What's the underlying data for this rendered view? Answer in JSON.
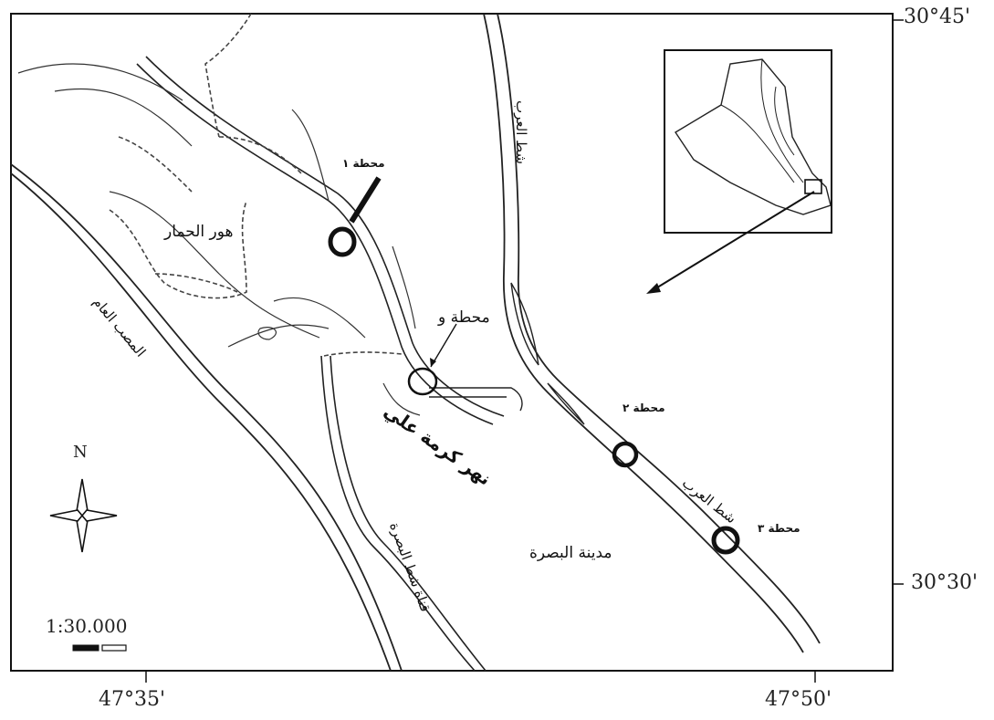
{
  "coordinates": {
    "lat_top": "30°45'",
    "lat_bottom": "30°30'",
    "lon_left": "47°35'",
    "lon_right": "47°50'"
  },
  "labels": {
    "station_1": "محطة ١",
    "station_bridge": "محطة و",
    "station_2": "محطة ٢",
    "station_3": "محطة ٣",
    "marsh": "هور الحمار",
    "shatt_arab_top": "شط العرب",
    "shatt_arab_bottom": "شط العرب",
    "main_drain": "المصب العام",
    "canal": "قناة شط البصرة",
    "garmat_ali": "نهر كرمة علي",
    "basra_city": "مدينة البصرة"
  },
  "north_arrow": {
    "label": "N",
    "icon": "compass-rose-icon"
  },
  "scale": {
    "text": "1:30.000"
  },
  "inset": {
    "icon": "iraq-inset-map"
  }
}
